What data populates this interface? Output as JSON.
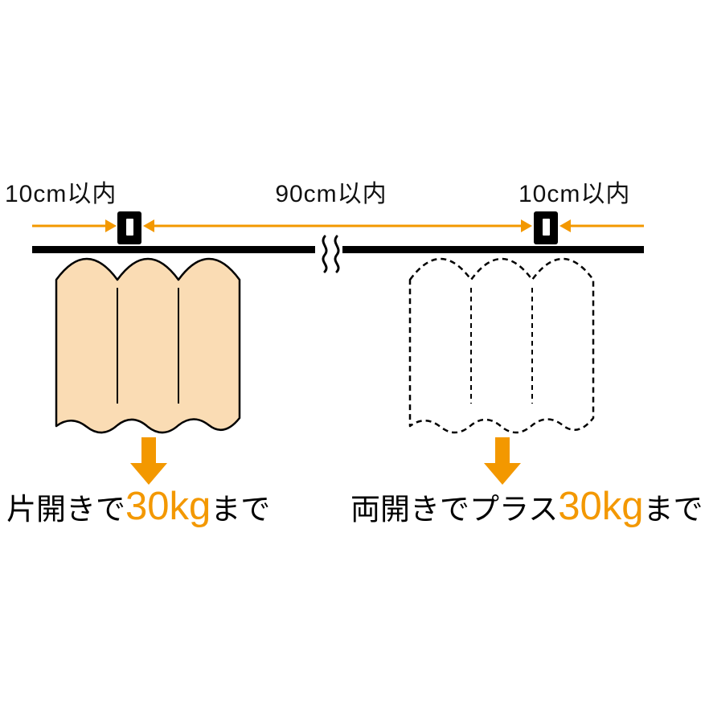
{
  "colors": {
    "accent_orange": "#F39800",
    "curtain_fill": "#FADCB4",
    "line_black": "#000000",
    "background": "#FFFFFF"
  },
  "measurements": {
    "left": "10cm以内",
    "center": "90cm以内",
    "right": "10cm以内"
  },
  "captions": {
    "left": {
      "prefix": "片開きで",
      "weight": "30kg",
      "suffix": "まで"
    },
    "right": {
      "prefix": "両開きでプラス",
      "weight": "30kg",
      "suffix": "まで"
    }
  }
}
